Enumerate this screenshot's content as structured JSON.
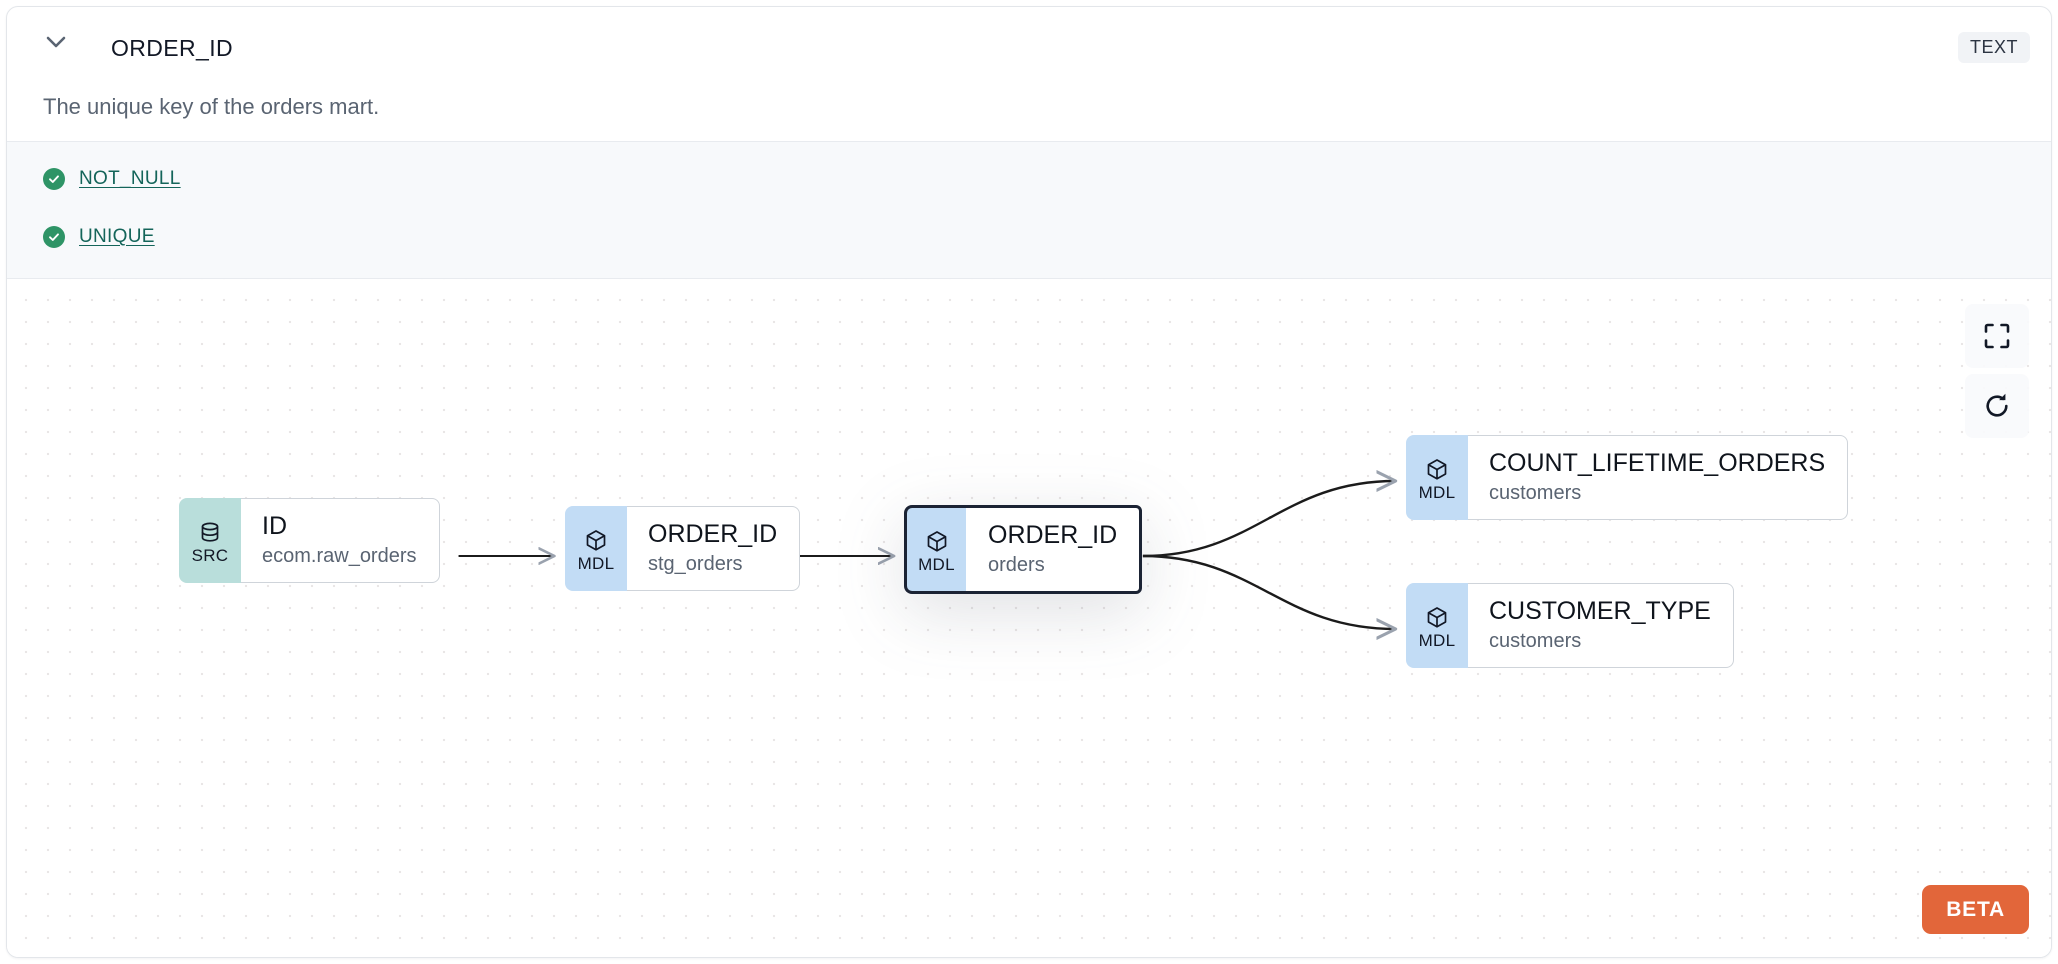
{
  "header": {
    "collapse_icon": "chevron-down-icon",
    "title": "ORDER_ID",
    "type_badge": "TEXT"
  },
  "description": "The unique key of the orders mart.",
  "tests": {
    "items": [
      {
        "status_icon": "check-circle-icon",
        "label": "NOT_NULL",
        "status": "pass"
      },
      {
        "status_icon": "check-circle-icon",
        "label": "UNIQUE",
        "status": "pass"
      }
    ]
  },
  "lineage": {
    "nodes": [
      {
        "id": "src",
        "badge": "SRC",
        "badge_icon": "database-icon",
        "name": "ID",
        "sub": "ecom.raw_orders",
        "selected": false
      },
      {
        "id": "stg",
        "badge": "MDL",
        "badge_icon": "cube-icon",
        "name": "ORDER_ID",
        "sub": "stg_orders",
        "selected": false
      },
      {
        "id": "orders",
        "badge": "MDL",
        "badge_icon": "cube-icon",
        "name": "ORDER_ID",
        "sub": "orders",
        "selected": true
      },
      {
        "id": "count",
        "badge": "MDL",
        "badge_icon": "cube-icon",
        "name": "COUNT_LIFETIME_ORDERS",
        "sub": "customers",
        "selected": false
      },
      {
        "id": "custtype",
        "badge": "MDL",
        "badge_icon": "cube-icon",
        "name": "CUSTOMER_TYPE",
        "sub": "customers",
        "selected": false
      }
    ],
    "edges": [
      {
        "from": "src",
        "to": "stg"
      },
      {
        "from": "stg",
        "to": "orders"
      },
      {
        "from": "orders",
        "to": "count"
      },
      {
        "from": "orders",
        "to": "custtype"
      }
    ],
    "controls": [
      {
        "id": "fullscreen",
        "icon": "fullscreen-icon"
      },
      {
        "id": "reset",
        "icon": "refresh-icon"
      }
    ],
    "beta_label": "BETA"
  },
  "colors": {
    "src_badge": "#b9dedb",
    "mdl_badge": "#c2dcf5",
    "test_pass": "#2e9466",
    "test_link": "#14655a",
    "beta": "#e2663a",
    "selected_border": "#1b2334"
  }
}
